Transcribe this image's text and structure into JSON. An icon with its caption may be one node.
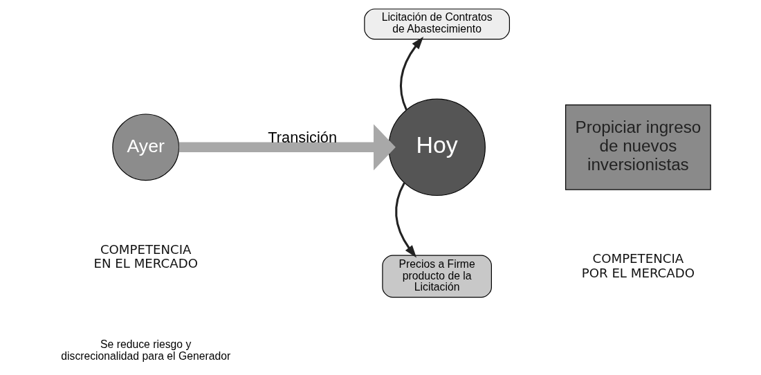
{
  "diagram": {
    "nodes": [
      {
        "text": [
          "Ayer"
        ]
      },
      {
        "text": [
          "Hoy"
        ]
      },
      {
        "text": [
          "Licitación de Contratos de Abastecimiento"
        ]
      },
      {
        "text": [
          "Precios a Firme producto de la Licitación"
        ]
      },
      {
        "text": [
          "Propiciar ingreso de nuevos inversionistas"
        ]
      }
    ],
    "edges": [
      {
        "from": 0,
        "to": 1,
        "arrow": "to",
        "label": "Transición",
        "style": "thick",
        "color": "#a8a8a8"
      },
      {
        "from": 1,
        "to": 2,
        "arrow": "to"
      },
      {
        "from": 1,
        "to": 3,
        "arrow": "to"
      }
    ],
    "labels": [
      "COMPETENCIA EN EL MERCADO",
      "COMPETENCIA POR EL MERCADO",
      "Se reduce riesgo y discrecionalidad para el Generador"
    ]
  }
}
